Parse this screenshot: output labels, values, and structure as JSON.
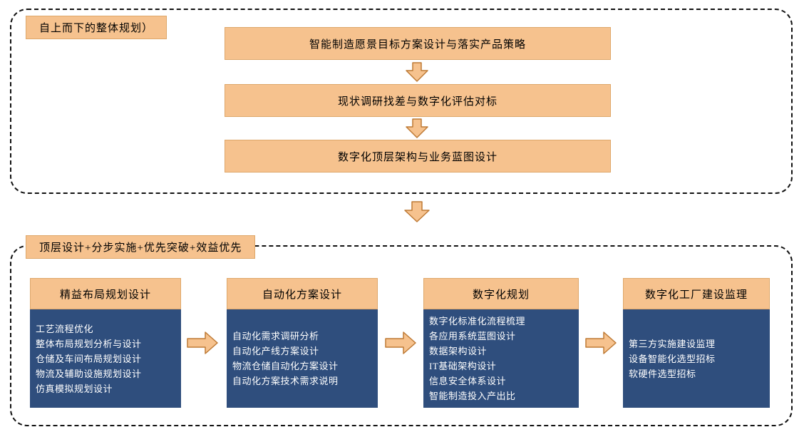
{
  "colors": {
    "box_orange": "#F6C28E",
    "box_orange_border": "#DEA76A",
    "box_blue": "#2F4E7D",
    "arrow_fill": "#F6C28E",
    "arrow_stroke": "#BE7A35",
    "frame_dash": "#111111",
    "body_text": "#FFFFFF"
  },
  "top_section": {
    "label": "自上而下的整体规划）",
    "steps": [
      "智能制造愿景目标方案设计与落实产品策略",
      "现状调研找差与数字化评估对标",
      "数字化顶层架构与业务蓝图设计"
    ]
  },
  "bottom_section": {
    "label": "顶层设计+分步实施+优先突破+效益优先",
    "columns": [
      {
        "title": "精益布局规划设计",
        "items": [
          "工艺流程优化",
          "整体布局规划分析与设计",
          "仓储及车间布局规划设计",
          "物流及辅助设施规划设计",
          "仿真模拟规划设计"
        ]
      },
      {
        "title": "自动化方案设计",
        "items": [
          "自动化需求调研分析",
          "自动化产线方案设计",
          "物流仓储自动化方案设计",
          "自动化方案技术需求说明"
        ]
      },
      {
        "title": "数字化规划",
        "items": [
          "数字化标准化流程梳理",
          "各应用系统蓝图设计",
          "数据架构设计",
          "IT基础架构设计",
          "信息安全体系设计",
          "智能制造投入产出比"
        ]
      },
      {
        "title": "数字化工厂建设监理",
        "items": [
          "第三方实施建设监理",
          "设备智能化选型招标",
          "软硬件选型招标"
        ]
      }
    ]
  }
}
